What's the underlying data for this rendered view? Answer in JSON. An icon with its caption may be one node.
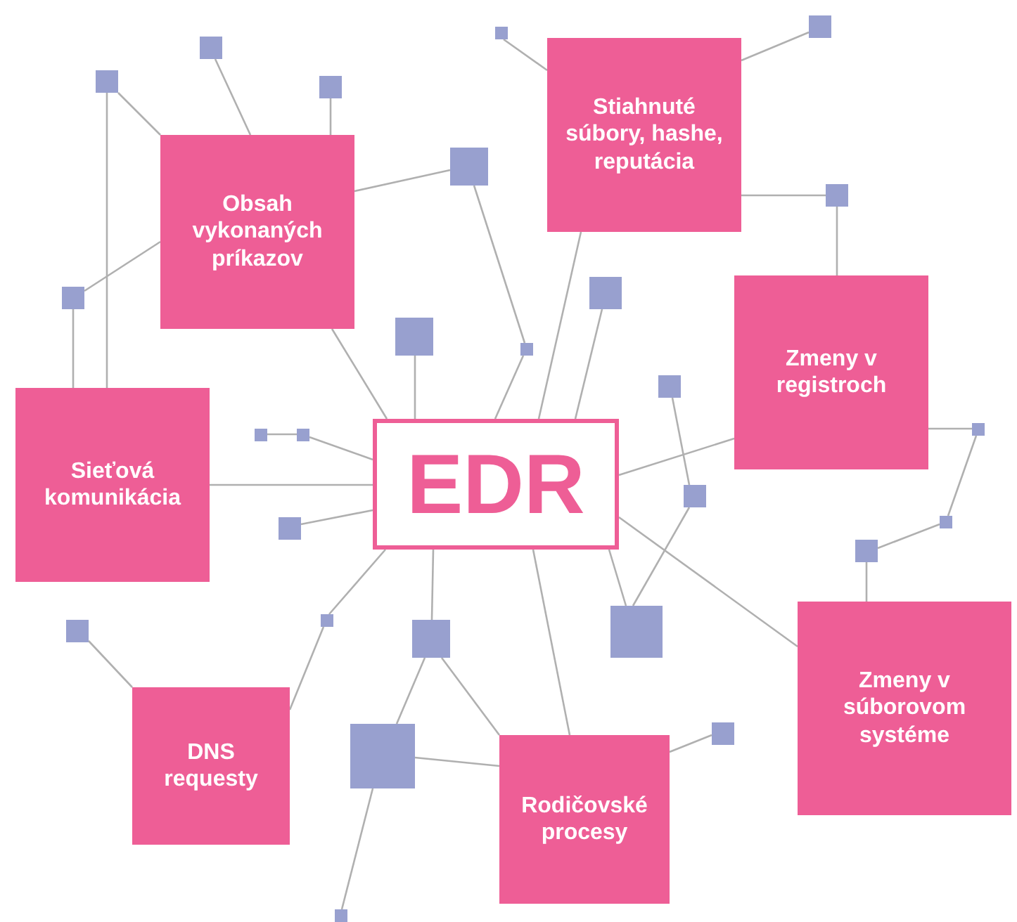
{
  "diagram": {
    "nodes": [
      {
        "text": [],
        "shape": "box"
      },
      {
        "text": [],
        "shape": "box"
      },
      {
        "text": [],
        "shape": "box"
      },
      {
        "text": [
          "Stiahnuté súbory, hashe, reputácia"
        ]
      },
      {
        "text": [],
        "shape": "box"
      },
      {
        "text": [],
        "shape": "box"
      },
      {
        "text": [
          "Obsah vykonaných príkazov"
        ]
      },
      {
        "text": [],
        "shape": "box"
      },
      {
        "text": [],
        "shape": "box"
      },
      {
        "text": [
          "Zmeny v registroch"
        ]
      },
      {
        "text": [],
        "shape": "box"
      },
      {
        "text": [],
        "shape": "box"
      },
      {
        "text": [],
        "shape": "box"
      },
      {
        "text": [],
        "shape": "box"
      },
      {
        "text": [],
        "shape": "box"
      },
      {
        "text": [
          "Sieťová komunikácia"
        ]
      },
      {
        "text": [
          "EDR"
        ]
      },
      {
        "text": [],
        "shape": "box"
      },
      {
        "text": [],
        "shape": "box"
      },
      {
        "text": [],
        "shape": "box"
      },
      {
        "text": [],
        "shape": "box"
      },
      {
        "text": [],
        "shape": "box"
      },
      {
        "text": [],
        "shape": "box"
      },
      {
        "text": [],
        "shape": "box"
      },
      {
        "text": [
          "Zmeny v súborovom systéme"
        ]
      },
      {
        "text": [],
        "shape": "box"
      },
      {
        "text": [],
        "shape": "box"
      },
      {
        "text": [],
        "shape": "box"
      },
      {
        "text": [],
        "shape": "box"
      },
      {
        "text": [
          "DNS requesty"
        ]
      },
      {
        "text": [],
        "shape": "box"
      },
      {
        "text": [],
        "shape": "box"
      },
      {
        "text": [
          "Rodičovské procesy"
        ]
      },
      {
        "text": [],
        "shape": "box"
      }
    ],
    "edges": [
      {
        "from": 4,
        "to": 6,
        "arrow": "none"
      },
      {
        "from": 4,
        "to": 15,
        "arrow": "none"
      },
      {
        "from": 2,
        "to": 6,
        "arrow": "none"
      },
      {
        "from": 5,
        "to": 6,
        "arrow": "none"
      },
      {
        "from": 6,
        "to": 7,
        "arrow": "none"
      },
      {
        "from": 7,
        "to": 13,
        "arrow": "none"
      },
      {
        "from": 13,
        "to": 16,
        "arrow": "none"
      },
      {
        "from": 11,
        "to": 6,
        "arrow": "none"
      },
      {
        "from": 11,
        "to": 15,
        "arrow": "none"
      },
      {
        "from": 12,
        "to": 16,
        "arrow": "none"
      },
      {
        "from": 18,
        "to": 19,
        "arrow": "none"
      },
      {
        "from": 19,
        "to": 16,
        "arrow": "none"
      },
      {
        "from": 1,
        "to": 3,
        "arrow": "none"
      },
      {
        "from": 3,
        "to": 0,
        "arrow": "none"
      },
      {
        "from": 3,
        "to": 8,
        "arrow": "none"
      },
      {
        "from": 8,
        "to": 9,
        "arrow": "none"
      },
      {
        "from": 10,
        "to": 16,
        "arrow": "none"
      },
      {
        "from": 3,
        "to": 16,
        "arrow": "none"
      },
      {
        "from": 14,
        "to": 20,
        "arrow": "none"
      },
      {
        "from": 20,
        "to": 25,
        "arrow": "none"
      },
      {
        "from": 16,
        "to": 25,
        "arrow": "none"
      },
      {
        "from": 9,
        "to": 16,
        "arrow": "none"
      },
      {
        "from": 9,
        "to": 17,
        "arrow": "none"
      },
      {
        "from": 17,
        "to": 21,
        "arrow": "none"
      },
      {
        "from": 21,
        "to": 23,
        "arrow": "none"
      },
      {
        "from": 23,
        "to": 24,
        "arrow": "none"
      },
      {
        "from": 16,
        "to": 24,
        "arrow": "none"
      },
      {
        "from": 22,
        "to": 16,
        "arrow": "none"
      },
      {
        "from": 16,
        "to": 26,
        "arrow": "none"
      },
      {
        "from": 26,
        "to": 29,
        "arrow": "none"
      },
      {
        "from": 27,
        "to": 29,
        "arrow": "none"
      },
      {
        "from": 16,
        "to": 28,
        "arrow": "none"
      },
      {
        "from": 28,
        "to": 31,
        "arrow": "none"
      },
      {
        "from": 28,
        "to": 32,
        "arrow": "none"
      },
      {
        "from": 31,
        "to": 32,
        "arrow": "none"
      },
      {
        "from": 31,
        "to": 33,
        "arrow": "none"
      },
      {
        "from": 16,
        "to": 32,
        "arrow": "none"
      },
      {
        "from": 32,
        "to": 30,
        "arrow": "none"
      },
      {
        "from": 15,
        "to": 16,
        "arrow": "none"
      },
      {
        "from": 6,
        "to": 16,
        "arrow": "none"
      }
    ]
  }
}
